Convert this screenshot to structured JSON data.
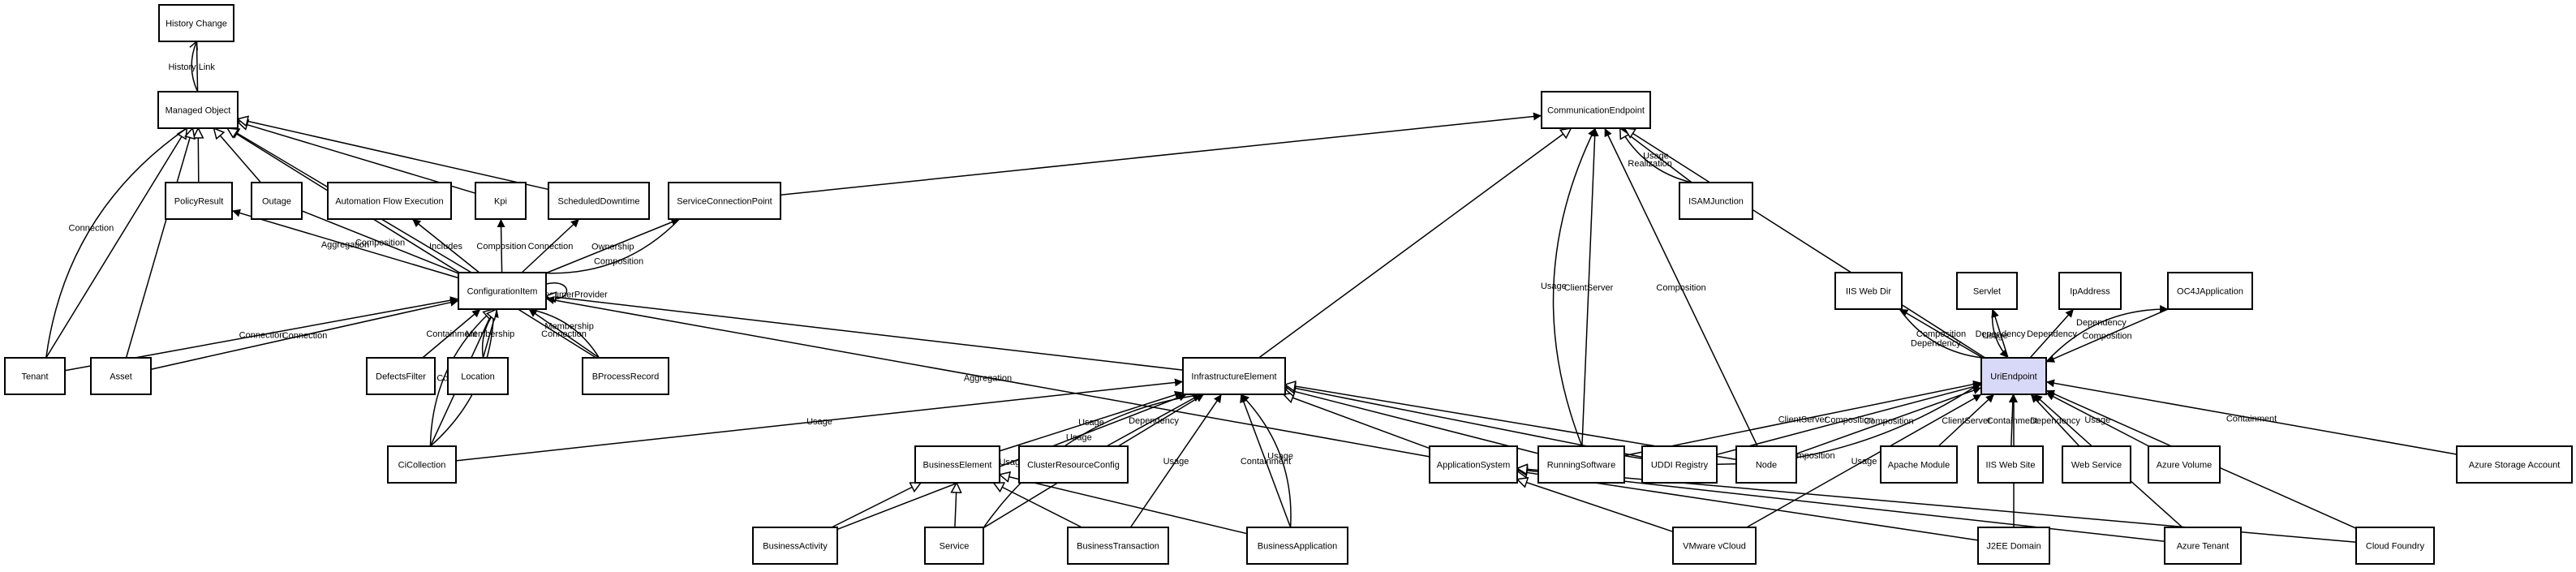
{
  "nodes": [
    {
      "id": "historychange",
      "label": "History Change"
    },
    {
      "id": "managedobject",
      "label": "Managed Object"
    },
    {
      "id": "policyresult",
      "label": "PolicyResult"
    },
    {
      "id": "outage",
      "label": "Outage"
    },
    {
      "id": "automationflow",
      "label": "Automation Flow Execution"
    },
    {
      "id": "kpi",
      "label": "Kpi"
    },
    {
      "id": "scheduleddowntime",
      "label": "ScheduledDowntime"
    },
    {
      "id": "serviceconnectionpoint",
      "label": "ServiceConnectionPoint"
    },
    {
      "id": "configurationitem",
      "label": "ConfigurationItem"
    },
    {
      "id": "tenant",
      "label": "Tenant"
    },
    {
      "id": "asset",
      "label": "Asset"
    },
    {
      "id": "defectsfilter",
      "label": "DefectsFilter"
    },
    {
      "id": "location",
      "label": "Location"
    },
    {
      "id": "bprocessrecord",
      "label": "BProcessRecord"
    },
    {
      "id": "cicollection",
      "label": "CiCollection"
    },
    {
      "id": "infrastructureelement",
      "label": "InfrastructureElement"
    },
    {
      "id": "businesselement",
      "label": "BusinessElement"
    },
    {
      "id": "clusterresourceconfig",
      "label": "ClusterResourceConfig"
    },
    {
      "id": "businessactivity",
      "label": "BusinessActivity"
    },
    {
      "id": "service",
      "label": "Service"
    },
    {
      "id": "businesstransaction",
      "label": "BusinessTransaction"
    },
    {
      "id": "businessapplication",
      "label": "BusinessApplication"
    },
    {
      "id": "applicationsystem",
      "label": "ApplicationSystem"
    },
    {
      "id": "runningsoftware",
      "label": "RunningSoftware"
    },
    {
      "id": "uddiregistry",
      "label": "UDDI Registry"
    },
    {
      "id": "node",
      "label": "Node"
    },
    {
      "id": "communicationendpoint",
      "label": "CommunicationEndpoint"
    },
    {
      "id": "isamjunction",
      "label": "ISAMJunction"
    },
    {
      "id": "iiswebdir",
      "label": "IIS Web Dir"
    },
    {
      "id": "servlet",
      "label": "Servlet"
    },
    {
      "id": "ipaddress",
      "label": "IpAddress"
    },
    {
      "id": "oc4japplication",
      "label": "OC4JApplication"
    },
    {
      "id": "uriendpoint",
      "label": "UriEndpoint"
    },
    {
      "id": "apachemodule",
      "label": "Apache Module"
    },
    {
      "id": "iiswebsite",
      "label": "IIS Web Site"
    },
    {
      "id": "webservice",
      "label": "Web Service"
    },
    {
      "id": "azurevolume",
      "label": "Azure Volume"
    },
    {
      "id": "azurestorageaccount",
      "label": "Azure Storage Account"
    },
    {
      "id": "vmwarevcloud",
      "label": "VMware vCloud"
    },
    {
      "id": "j2eedomain",
      "label": "J2EE Domain"
    },
    {
      "id": "azuretenant",
      "label": "Azure Tenant"
    },
    {
      "id": "cloudfoundry",
      "label": "Cloud Foundry"
    }
  ],
  "edges": [
    {
      "from": "historychange",
      "to": "managedobject",
      "arrow": "none",
      "label": ""
    },
    {
      "from": "managedobject",
      "to": "historychange",
      "arrow": "open",
      "label": "History Link"
    },
    {
      "from": "policyresult",
      "to": "managedobject",
      "arrow": "hollow",
      "label": ""
    },
    {
      "from": "outage",
      "to": "managedobject",
      "arrow": "hollow",
      "label": ""
    },
    {
      "from": "kpi",
      "to": "managedobject",
      "arrow": "hollow",
      "label": ""
    },
    {
      "from": "scheduleddowntime",
      "to": "managedobject",
      "arrow": "hollow",
      "label": ""
    },
    {
      "from": "configurationitem",
      "to": "managedobject",
      "arrow": "hollow",
      "label": ""
    },
    {
      "from": "tenant",
      "to": "managedobject",
      "arrow": "hollow",
      "label": ""
    },
    {
      "from": "asset",
      "to": "managedobject",
      "arrow": "hollow",
      "label": ""
    },
    {
      "from": "bprocessrecord",
      "to": "managedobject",
      "arrow": "hollow",
      "label": ""
    },
    {
      "from": "configurationitem",
      "to": "policyresult",
      "arrow": "filled",
      "label": "Aggregation"
    },
    {
      "from": "configurationitem",
      "to": "outage",
      "arrow": "none",
      "label": "Composition"
    },
    {
      "from": "configurationitem",
      "to": "automationflow",
      "arrow": "filled",
      "label": "Includes"
    },
    {
      "from": "configurationitem",
      "to": "kpi",
      "arrow": "filled",
      "label": "Composition"
    },
    {
      "from": "configurationitem",
      "to": "scheduleddowntime",
      "arrow": "filled",
      "label": "Connection"
    },
    {
      "from": "configurationitem",
      "to": "serviceconnectionpoint",
      "arrow": "filled",
      "label": "Ownership"
    },
    {
      "from": "configurationitem",
      "to": "serviceconnectionpoint",
      "arrow": "none",
      "label": "Composition"
    },
    {
      "from": "configurationitem",
      "to": "configurationitem",
      "arrow": "filled",
      "label": "ConsumerProvider"
    },
    {
      "from": "tenant",
      "to": "configurationitem",
      "arrow": "filled",
      "label": "Connection"
    },
    {
      "from": "tenant",
      "to": "managedobject",
      "arrow": "none",
      "label": "Connection"
    },
    {
      "from": "asset",
      "to": "configurationitem",
      "arrow": "filled",
      "label": "Connection"
    },
    {
      "from": "cicollection",
      "to": "configurationitem",
      "arrow": "filled",
      "label": "Containment"
    },
    {
      "from": "cicollection",
      "to": "configurationitem",
      "arrow": "filled",
      "label": "Membership"
    },
    {
      "from": "cicollection",
      "to": "configurationitem",
      "arrow": "hollow",
      "label": ""
    },
    {
      "from": "defectsfilter",
      "to": "configurationitem",
      "arrow": "filled",
      "label": "Containment"
    },
    {
      "from": "location",
      "to": "configurationitem",
      "arrow": "filled",
      "label": "Membership"
    },
    {
      "from": "location",
      "to": "configurationitem",
      "arrow": "hollow",
      "label": ""
    },
    {
      "from": "bprocessrecord",
      "to": "configurationitem",
      "arrow": "filled",
      "label": "Connection"
    },
    {
      "from": "bprocessrecord",
      "to": "configurationitem",
      "arrow": "filled",
      "label": "Membership"
    },
    {
      "from": "infrastructureelement",
      "to": "configurationitem",
      "arrow": "hollow",
      "label": ""
    },
    {
      "from": "applicationsystem",
      "to": "configurationitem",
      "arrow": "filled",
      "label": "Aggregation"
    },
    {
      "from": "serviceconnectionpoint",
      "to": "communicationendpoint",
      "arrow": "filled",
      "label": ""
    },
    {
      "from": "cicollection",
      "to": "infrastructureelement",
      "arrow": "filled",
      "label": "Usage"
    },
    {
      "from": "infrastructureelement",
      "to": "communicationendpoint",
      "arrow": "hollow",
      "label": ""
    },
    {
      "from": "businesselement",
      "to": "infrastructureelement",
      "arrow": "filled",
      "label": "Usage"
    },
    {
      "from": "clusterresourceconfig",
      "to": "infrastructureelement",
      "arrow": "filled",
      "label": "Dependency"
    },
    {
      "from": "businessactivity",
      "to": "infrastructureelement",
      "arrow": "filled",
      "label": "Usage"
    },
    {
      "from": "service",
      "to": "infrastructureelement",
      "arrow": "filled",
      "label": "Containment"
    },
    {
      "from": "service",
      "to": "infrastructureelement",
      "arrow": "filled",
      "label": "Usage"
    },
    {
      "from": "businesstransaction",
      "to": "infrastructureelement",
      "arrow": "filled",
      "label": "Usage"
    },
    {
      "from": "businessapplication",
      "to": "infrastructureelement",
      "arrow": "filled",
      "label": "Containment"
    },
    {
      "from": "businessapplication",
      "to": "infrastructureelement",
      "arrow": "filled",
      "label": "Usage"
    },
    {
      "from": "businessactivity",
      "to": "businesselement",
      "arrow": "hollow",
      "label": ""
    },
    {
      "from": "service",
      "to": "businesselement",
      "arrow": "hollow",
      "label": ""
    },
    {
      "from": "businesstransaction",
      "to": "businesselement",
      "arrow": "hollow",
      "label": ""
    },
    {
      "from": "businessapplication",
      "to": "businesselement",
      "arrow": "hollow",
      "label": ""
    },
    {
      "from": "applicationsystem",
      "to": "infrastructureelement",
      "arrow": "hollow",
      "label": ""
    },
    {
      "from": "runningsoftware",
      "to": "infrastructureelement",
      "arrow": "hollow",
      "label": ""
    },
    {
      "from": "uddiregistry",
      "to": "infrastructureelement",
      "arrow": "hollow",
      "label": ""
    },
    {
      "from": "node",
      "to": "infrastructureelement",
      "arrow": "hollow",
      "label": ""
    },
    {
      "from": "runningsoftware",
      "to": "communicationendpoint",
      "arrow": "filled",
      "label": "ClientServer"
    },
    {
      "from": "runningsoftware",
      "to": "communicationendpoint",
      "arrow": "filled",
      "label": "Usage"
    },
    {
      "from": "node",
      "to": "communicationendpoint",
      "arrow": "filled",
      "label": "Composition"
    },
    {
      "from": "isamjunction",
      "to": "communicationendpoint",
      "arrow": "filled",
      "label": "Usage"
    },
    {
      "from": "isamjunction",
      "to": "communicationendpoint",
      "arrow": "hollow",
      "label": "Realization"
    },
    {
      "from": "uriendpoint",
      "to": "communicationendpoint",
      "arrow": "hollow",
      "label": ""
    },
    {
      "from": "uriendpoint",
      "to": "iiswebdir",
      "arrow": "filled",
      "label": "Composition"
    },
    {
      "from": "uriendpoint",
      "to": "iiswebdir",
      "arrow": "none",
      "label": "Dependency"
    },
    {
      "from": "uriendpoint",
      "to": "servlet",
      "arrow": "filled",
      "label": "Dependency"
    },
    {
      "from": "servlet",
      "to": "uriendpoint",
      "arrow": "filled",
      "label": "Usage"
    },
    {
      "from": "uriendpoint",
      "to": "ipaddress",
      "arrow": "filled",
      "label": "Dependency"
    },
    {
      "from": "oc4japplication",
      "to": "uriendpoint",
      "arrow": "filled",
      "label": "Composition"
    },
    {
      "from": "uriendpoint",
      "to": "oc4japplication",
      "arrow": "filled",
      "label": "Dependency"
    },
    {
      "from": "runningsoftware",
      "to": "uriendpoint",
      "arrow": "filled",
      "label": "ClientServer"
    },
    {
      "from": "runningsoftware",
      "to": "uriendpoint",
      "arrow": "filled",
      "label": "Composition"
    },
    {
      "from": "uddiregistry",
      "to": "uriendpoint",
      "arrow": "filled",
      "label": "Composition"
    },
    {
      "from": "node",
      "to": "uriendpoint",
      "arrow": "filled",
      "label": "Composition"
    },
    {
      "from": "vmwarevcloud",
      "to": "uriendpoint",
      "arrow": "filled",
      "label": "Usage"
    },
    {
      "from": "apachemodule",
      "to": "uriendpoint",
      "arrow": "filled",
      "label": "ClientServer"
    },
    {
      "from": "iiswebsite",
      "to": "uriendpoint",
      "arrow": "filled",
      "label": "Containment"
    },
    {
      "from": "webservice",
      "to": "uriendpoint",
      "arrow": "filled",
      "label": "Dependency"
    },
    {
      "from": "azurevolume",
      "to": "uriendpoint",
      "arrow": "filled",
      "label": "Usage"
    },
    {
      "from": "azurestorageaccount",
      "to": "uriendpoint",
      "arrow": "filled",
      "label": "Containment"
    },
    {
      "from": "j2eedomain",
      "to": "uriendpoint",
      "arrow": "filled",
      "label": "Composition"
    },
    {
      "from": "azuretenant",
      "to": "uriendpoint",
      "arrow": "filled",
      "label": "Usage"
    },
    {
      "from": "cloudfoundry",
      "to": "uriendpoint",
      "arrow": "filled",
      "label": "Usage"
    },
    {
      "from": "vmwarevcloud",
      "to": "applicationsystem",
      "arrow": "hollow",
      "label": ""
    },
    {
      "from": "j2eedomain",
      "to": "applicationsystem",
      "arrow": "hollow",
      "label": ""
    },
    {
      "from": "azuretenant",
      "to": "applicationsystem",
      "arrow": "hollow",
      "label": ""
    },
    {
      "from": "cloudfoundry",
      "to": "applicationsystem",
      "arrow": "hollow",
      "label": ""
    }
  ]
}
